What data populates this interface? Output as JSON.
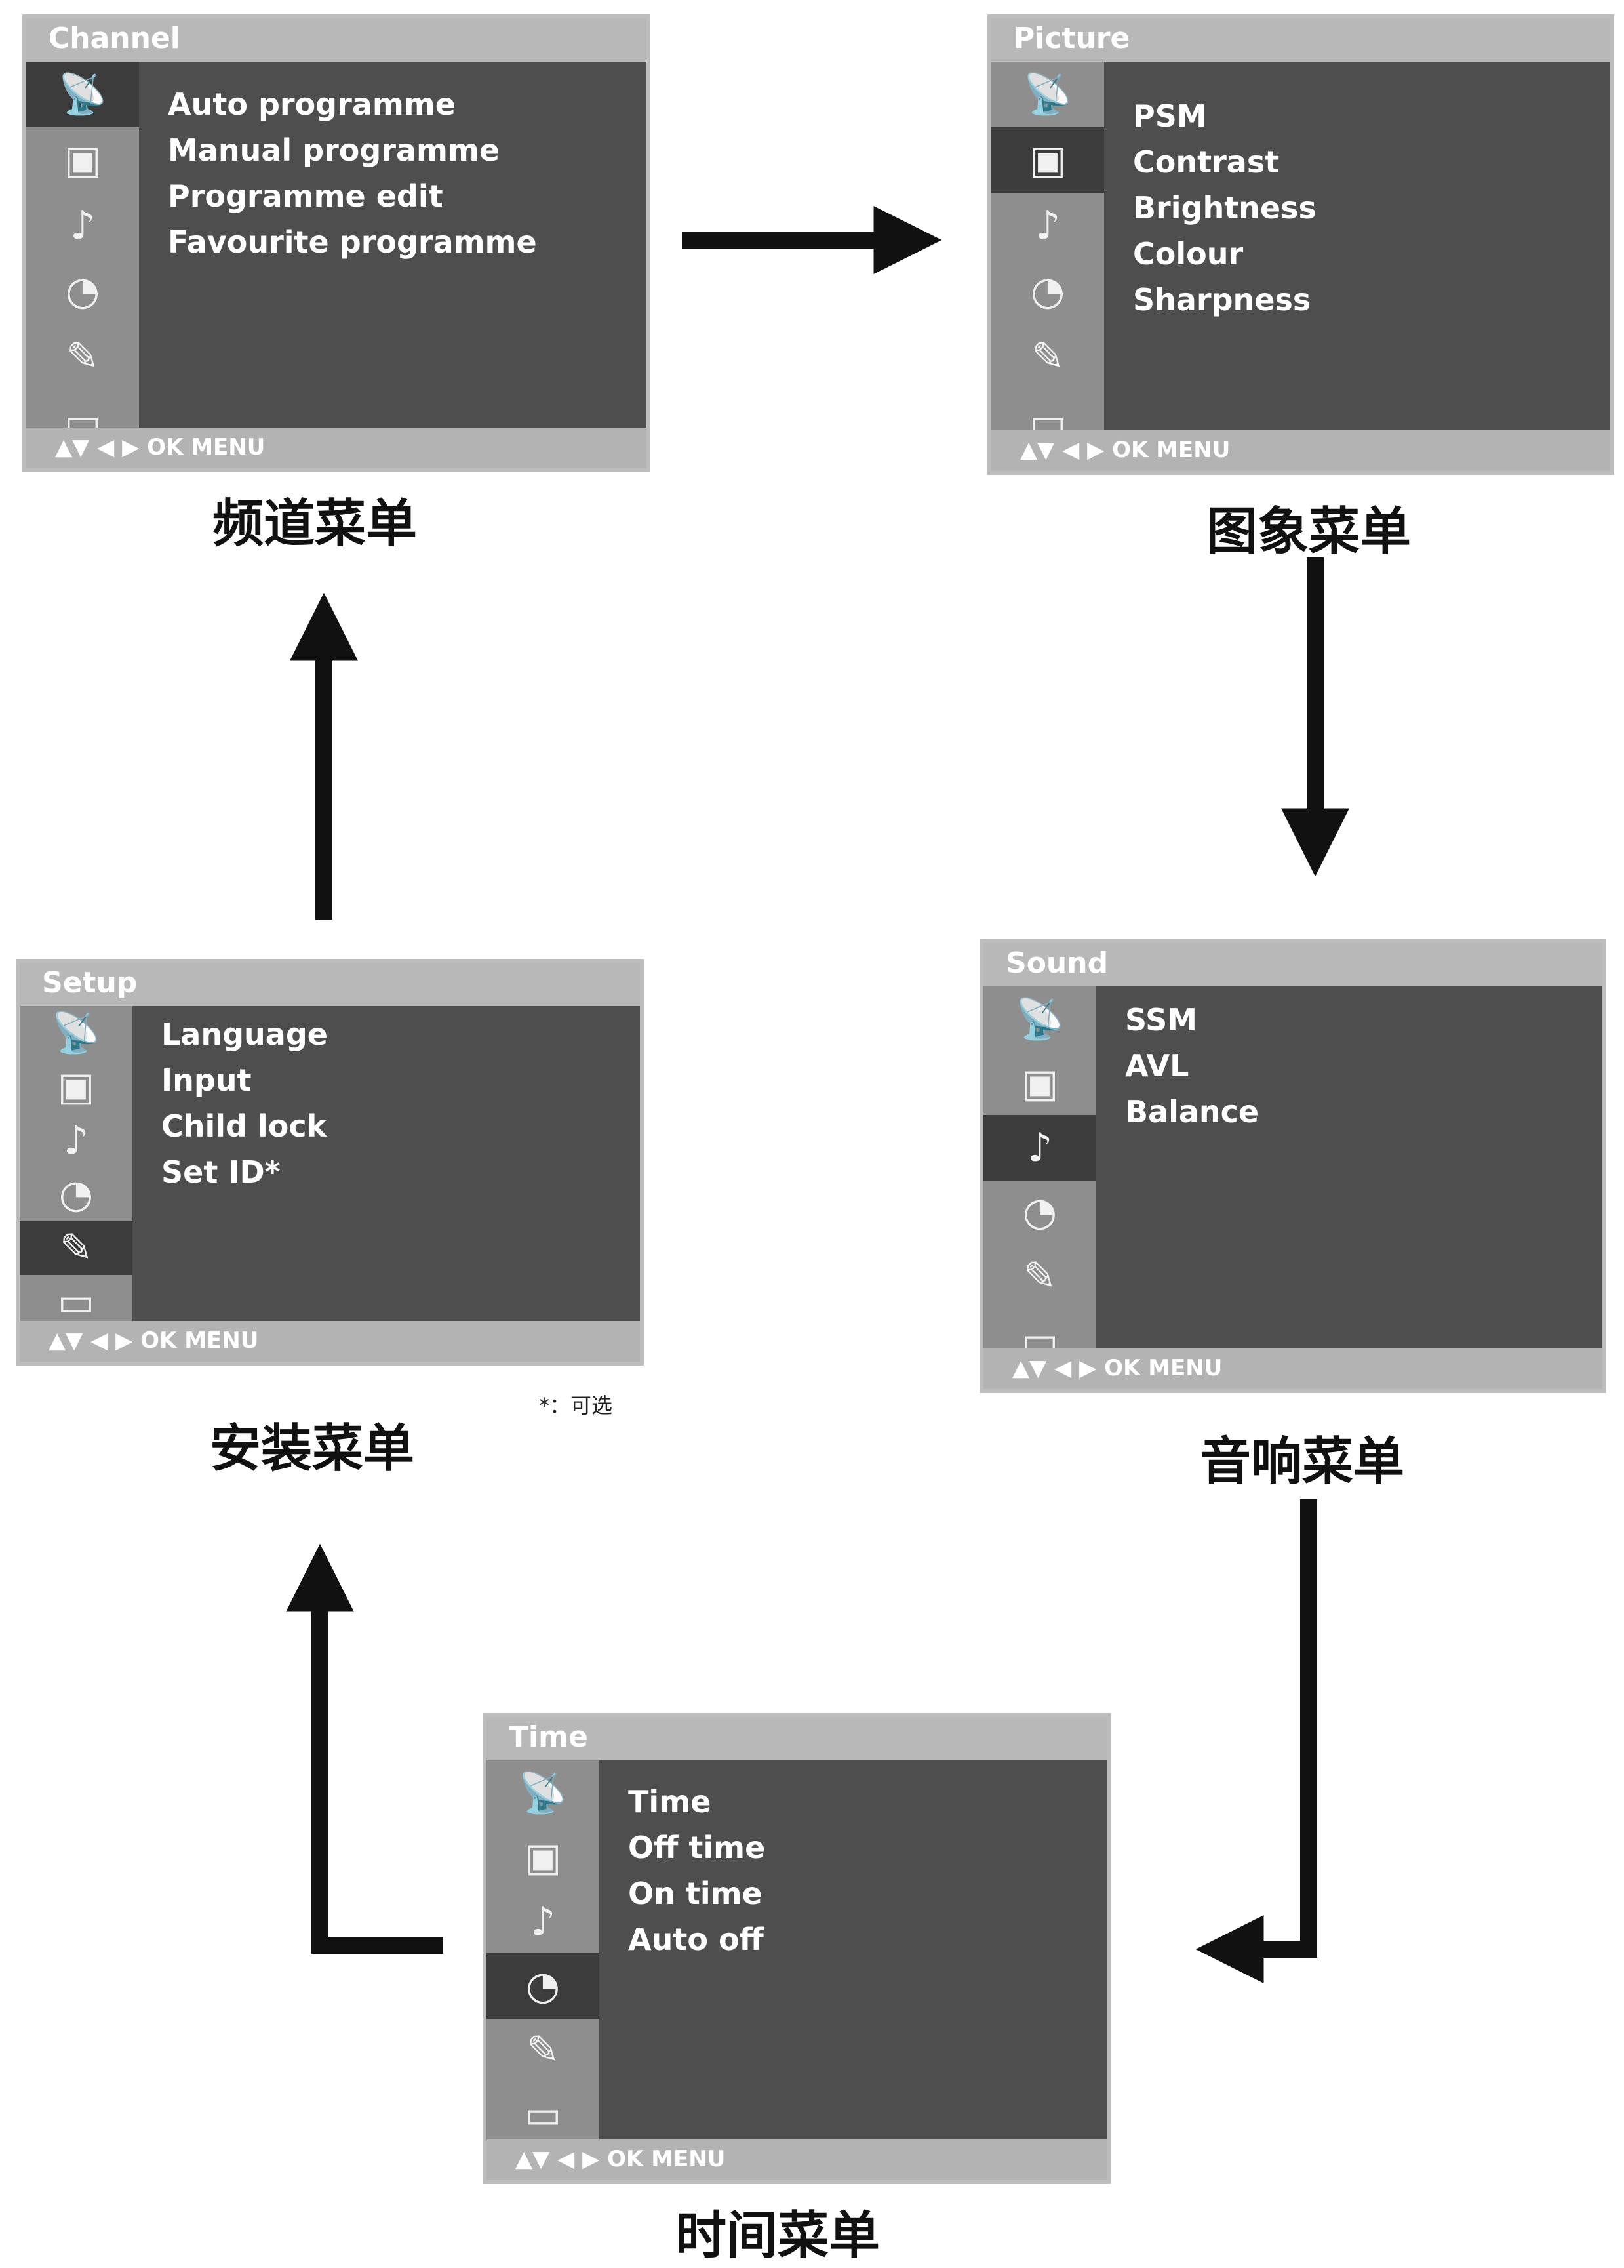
{
  "footer_text": "▲▼ ◀ ▶ OK MENU",
  "menus": {
    "channel": {
      "title": "Channel",
      "items": [
        "Auto programme",
        "Manual programme",
        "Programme edit",
        "Favourite programme"
      ],
      "caption": "频道菜单",
      "selected_icon": 0
    },
    "picture": {
      "title": "Picture",
      "items": [
        "PSM",
        "Contrast",
        "Brightness",
        "Colour",
        "Sharpness"
      ],
      "caption": "图象菜单",
      "selected_icon": 1
    },
    "sound": {
      "title": "Sound",
      "items": [
        "SSM",
        "AVL",
        "Balance"
      ],
      "caption": "音响菜单",
      "selected_icon": 2
    },
    "time": {
      "title": "Time",
      "items": [
        "Time",
        "Off time",
        "On time",
        "Auto off"
      ],
      "caption": "时间菜单",
      "selected_icon": 3
    },
    "setup": {
      "title": "Setup",
      "items": [
        "Language",
        "Input",
        "Child lock",
        "Set ID*"
      ],
      "caption": "安装菜单",
      "selected_icon": 4
    }
  },
  "sidebar_icons": [
    "satellite-dish-icon",
    "picture-icon",
    "speaker-icon",
    "clock-icon",
    "wrench-icon",
    "tv-icon"
  ],
  "note": "*：可选"
}
